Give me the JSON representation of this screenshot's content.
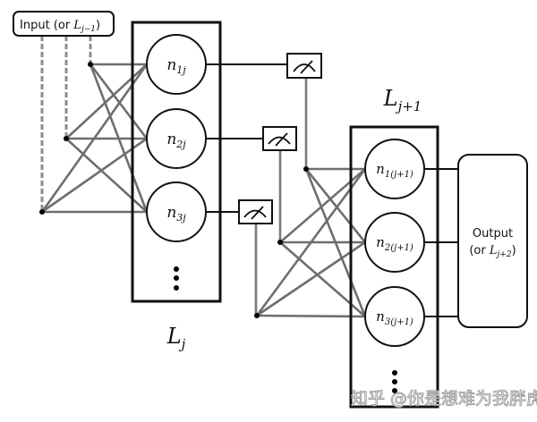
{
  "input_box": {
    "label_prefix": "Input (or ",
    "label_var": "L",
    "label_sub": "j−1",
    "label_suffix": ")"
  },
  "layer_j": {
    "label_var": "L",
    "label_sub": "j",
    "neurons": [
      {
        "var": "n",
        "sub": "1j"
      },
      {
        "var": "n",
        "sub": "2j"
      },
      {
        "var": "n",
        "sub": "3j"
      }
    ],
    "more_indicator": "⋮"
  },
  "layer_j1": {
    "label_var": "L",
    "label_sub": "j+1",
    "neurons": [
      {
        "var": "n",
        "sub": "1(j+1)"
      },
      {
        "var": "n",
        "sub": "2(j+1)"
      },
      {
        "var": "n",
        "sub": "3(j+1)"
      }
    ],
    "more_indicator": "⋮"
  },
  "meters": [
    {
      "icon": "meter-gauge-icon"
    },
    {
      "icon": "meter-gauge-icon"
    },
    {
      "icon": "meter-gauge-icon"
    }
  ],
  "output_box": {
    "line1": "Output",
    "line2_prefix": "(or ",
    "line2_var": "L",
    "line2_sub": "j+2",
    "line2_suffix": ")"
  },
  "watermark": "知乎 @你是想难为我胖虎",
  "colors": {
    "stroke": "#111111",
    "connection": "#6e6e6e",
    "dashed": "#8c8c8c"
  }
}
